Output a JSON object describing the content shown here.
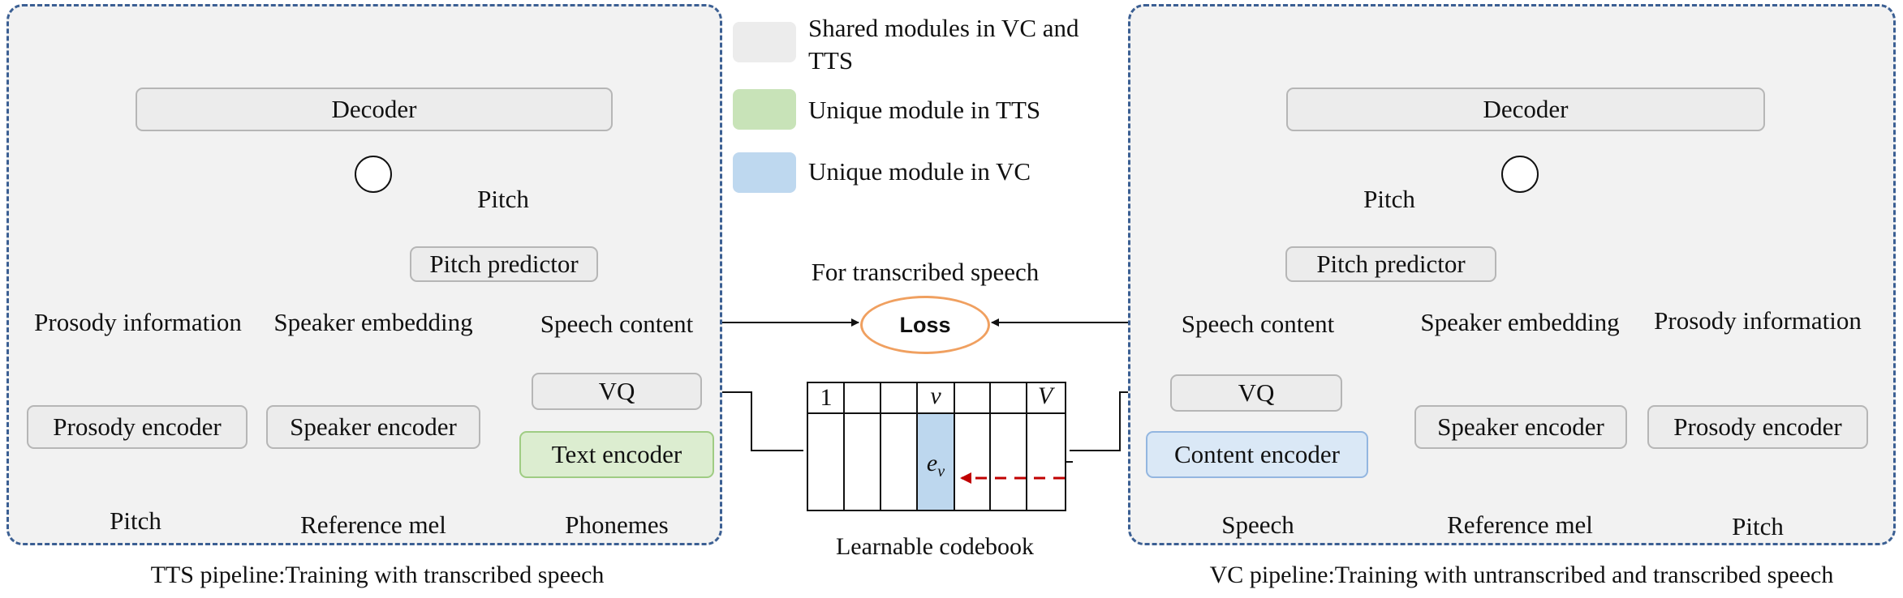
{
  "legend": {
    "shared": "Shared modules in VC and TTS",
    "tts_unique": "Unique module in TTS",
    "vc_unique": "Unique module in VC",
    "colors": {
      "shared": "#ececec",
      "tts_unique": "#c8e3b8",
      "vc_unique": "#bed8ef"
    }
  },
  "tts": {
    "decoder": "Decoder",
    "pitch_output": "Pitch",
    "pitch_predictor": "Pitch predictor",
    "prosody_information": "Prosody information",
    "speaker_embedding": "Speaker embedding",
    "speech_content": "Speech content",
    "vq": "VQ",
    "prosody_encoder": "Prosody encoder",
    "speaker_encoder": "Speaker encoder",
    "text_encoder": "Text encoder",
    "input_pitch": "Pitch",
    "input_reference_mel": "Reference mel",
    "input_phonemes": "Phonemes",
    "caption": "TTS pipeline:Training with transcribed speech"
  },
  "vc": {
    "decoder": "Decoder",
    "pitch_output": "Pitch",
    "pitch_predictor": "Pitch predictor",
    "speech_content": "Speech content",
    "speaker_embedding": "Speaker embedding",
    "prosody_information": "Prosody information",
    "vq": "VQ",
    "content_encoder": "Content encoder",
    "speaker_encoder": "Speaker encoder",
    "prosody_encoder": "Prosody encoder",
    "input_speech": "Speech",
    "input_reference_mel": "Reference mel",
    "input_pitch": "Pitch",
    "caption": "VC pipeline:Training with untranscribed and transcribed speech"
  },
  "center": {
    "for_transcribed": "For transcribed speech",
    "loss": "Loss",
    "codebook_first": "1",
    "codebook_v": "v",
    "codebook_last": "V",
    "codebook_entry": "e",
    "codebook_entry_sub": "v",
    "codebook_caption": "Learnable codebook"
  },
  "icons": [
    "mel-spectrogram-icon",
    "sum-circle-icon"
  ]
}
